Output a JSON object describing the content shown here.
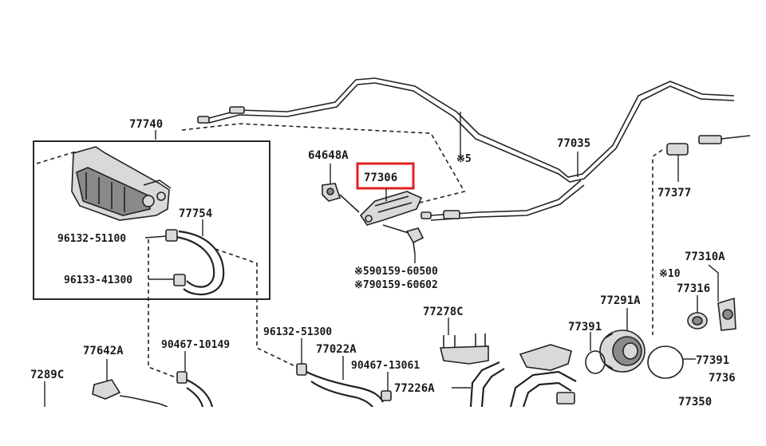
{
  "diagram": {
    "highlight_part": "77306",
    "labels": {
      "p77740": "77740",
      "p77754": "77754",
      "p96132_51100": "96132-51100",
      "p96133_41300": "96133-41300",
      "p64648A": "64648A",
      "p77306": "77306",
      "p590159": "※590159-60500",
      "p790159": "※790159-60602",
      "p77035": "77035",
      "n5": "※5",
      "p77377": "77377",
      "p77310A": "77310A",
      "n10": "※10",
      "p77316": "77316",
      "p77291A": "77291A",
      "p77391a": "77391",
      "p77391b": "77391",
      "p7736": "7736",
      "p77350": "77350",
      "p77278C": "77278C",
      "p96132_51300": "96132-51300",
      "p77022A": "77022A",
      "p90467_10149": "90467-10149",
      "p77642A": "77642A",
      "p7289C": "7289C",
      "p90467_13061": "90467-13061",
      "p77226A": "77226A"
    }
  }
}
